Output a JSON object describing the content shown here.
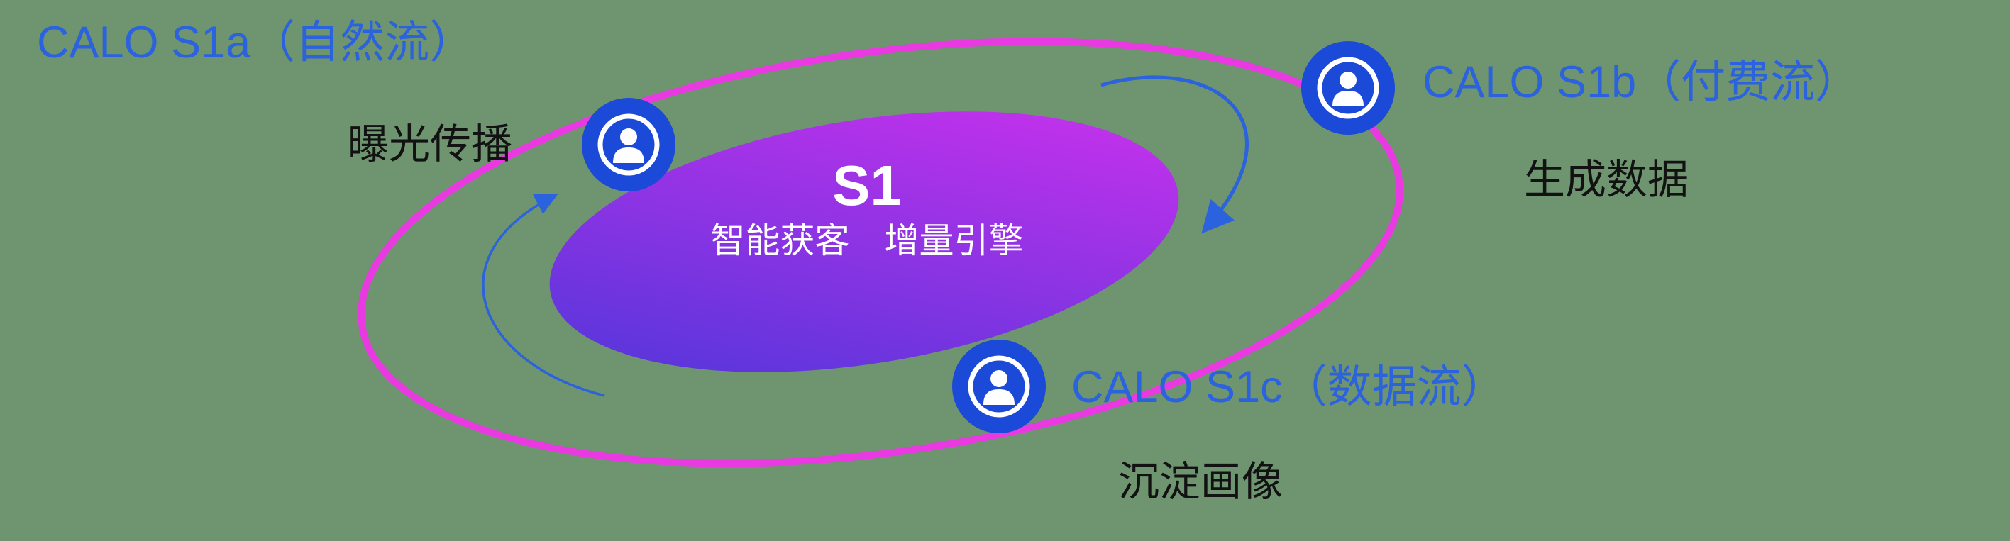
{
  "canvas": {
    "background_color": "#6f9470"
  },
  "core": {
    "title": "S1",
    "subtitle": "智能获客　增量引擎",
    "gradient_from": "#4a36d9",
    "gradient_to": "#d231ee",
    "text_color": "#ffffff"
  },
  "ring": {
    "color": "#e93ae2"
  },
  "arrows": {
    "color": "#2b62dd"
  },
  "nodes": [
    {
      "title": "CALO S1a（自然流）",
      "subtitle": "曝光传播"
    },
    {
      "title": "CALO S1b（付费流）",
      "subtitle": "生成数据"
    },
    {
      "title": "CALO S1c（数据流）",
      "subtitle": "沉淀画像"
    }
  ],
  "colors": {
    "label_blue": "#2b62dd",
    "text_dark": "#121212",
    "node_fill": "#1b49d8",
    "icon_white": "#ffffff"
  }
}
